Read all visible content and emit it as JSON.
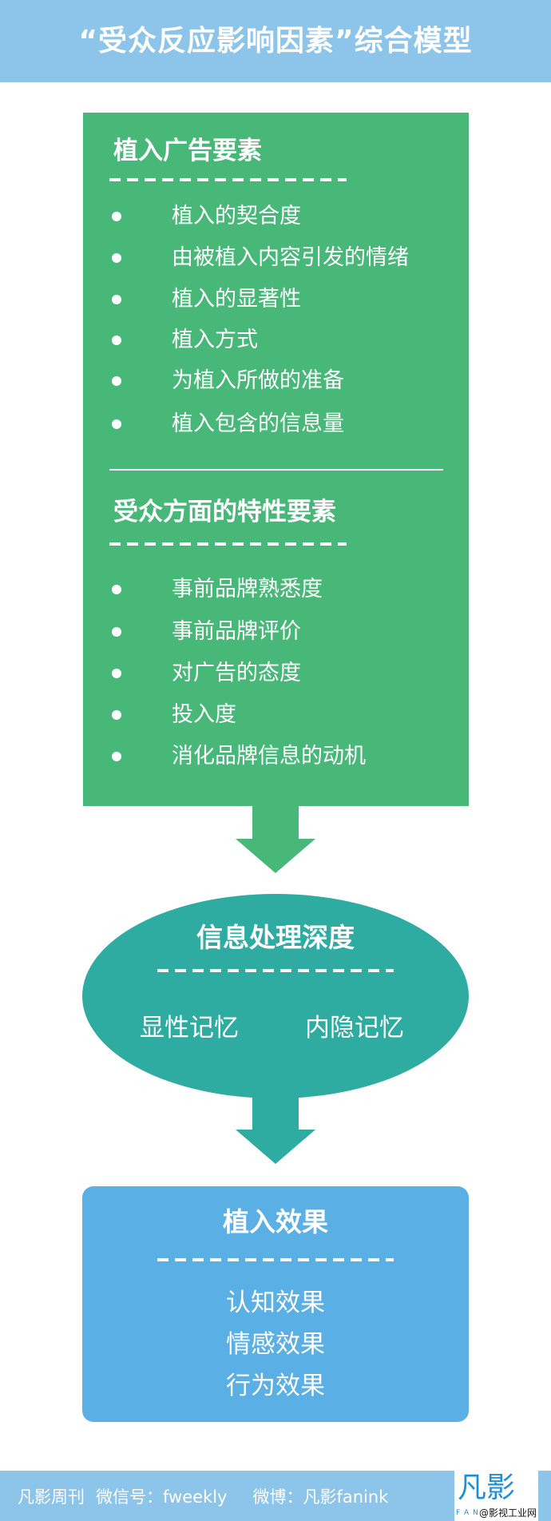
{
  "header": {
    "title": "“受众反应影响因素”综合模型"
  },
  "colors": {
    "header": "#8cc4ea",
    "ad_factors": "#48b878",
    "processing": "#2eaca2",
    "effect": "#5aafe4"
  },
  "ad_factors": {
    "heading": "植入广告要素",
    "items": [
      "植入的契合度",
      "由被植入内容引发的情绪",
      "植入的显著性",
      "植入方式",
      "为植入所做的准备",
      "植入包含的信息量"
    ]
  },
  "audience_factors": {
    "heading": "受众方面的特性要素",
    "items": [
      "事前品牌熟悉度",
      "事前品牌评价",
      "对广告的态度",
      "投入度",
      "消化品牌信息的动机"
    ]
  },
  "processing": {
    "heading": "信息处理深度",
    "left": "显性记忆",
    "right": "内隐记忆"
  },
  "effect": {
    "heading": "植入效果",
    "items": [
      "认知效果",
      "情感效果",
      "行为效果"
    ]
  },
  "footer": {
    "brand": "凡影周刊",
    "wechat": "微信号：fweekly",
    "weibo": "微博：凡影fanink",
    "logo_text": "凡影",
    "logo_sub": "F A N",
    "watermark": "@影视工业网"
  }
}
